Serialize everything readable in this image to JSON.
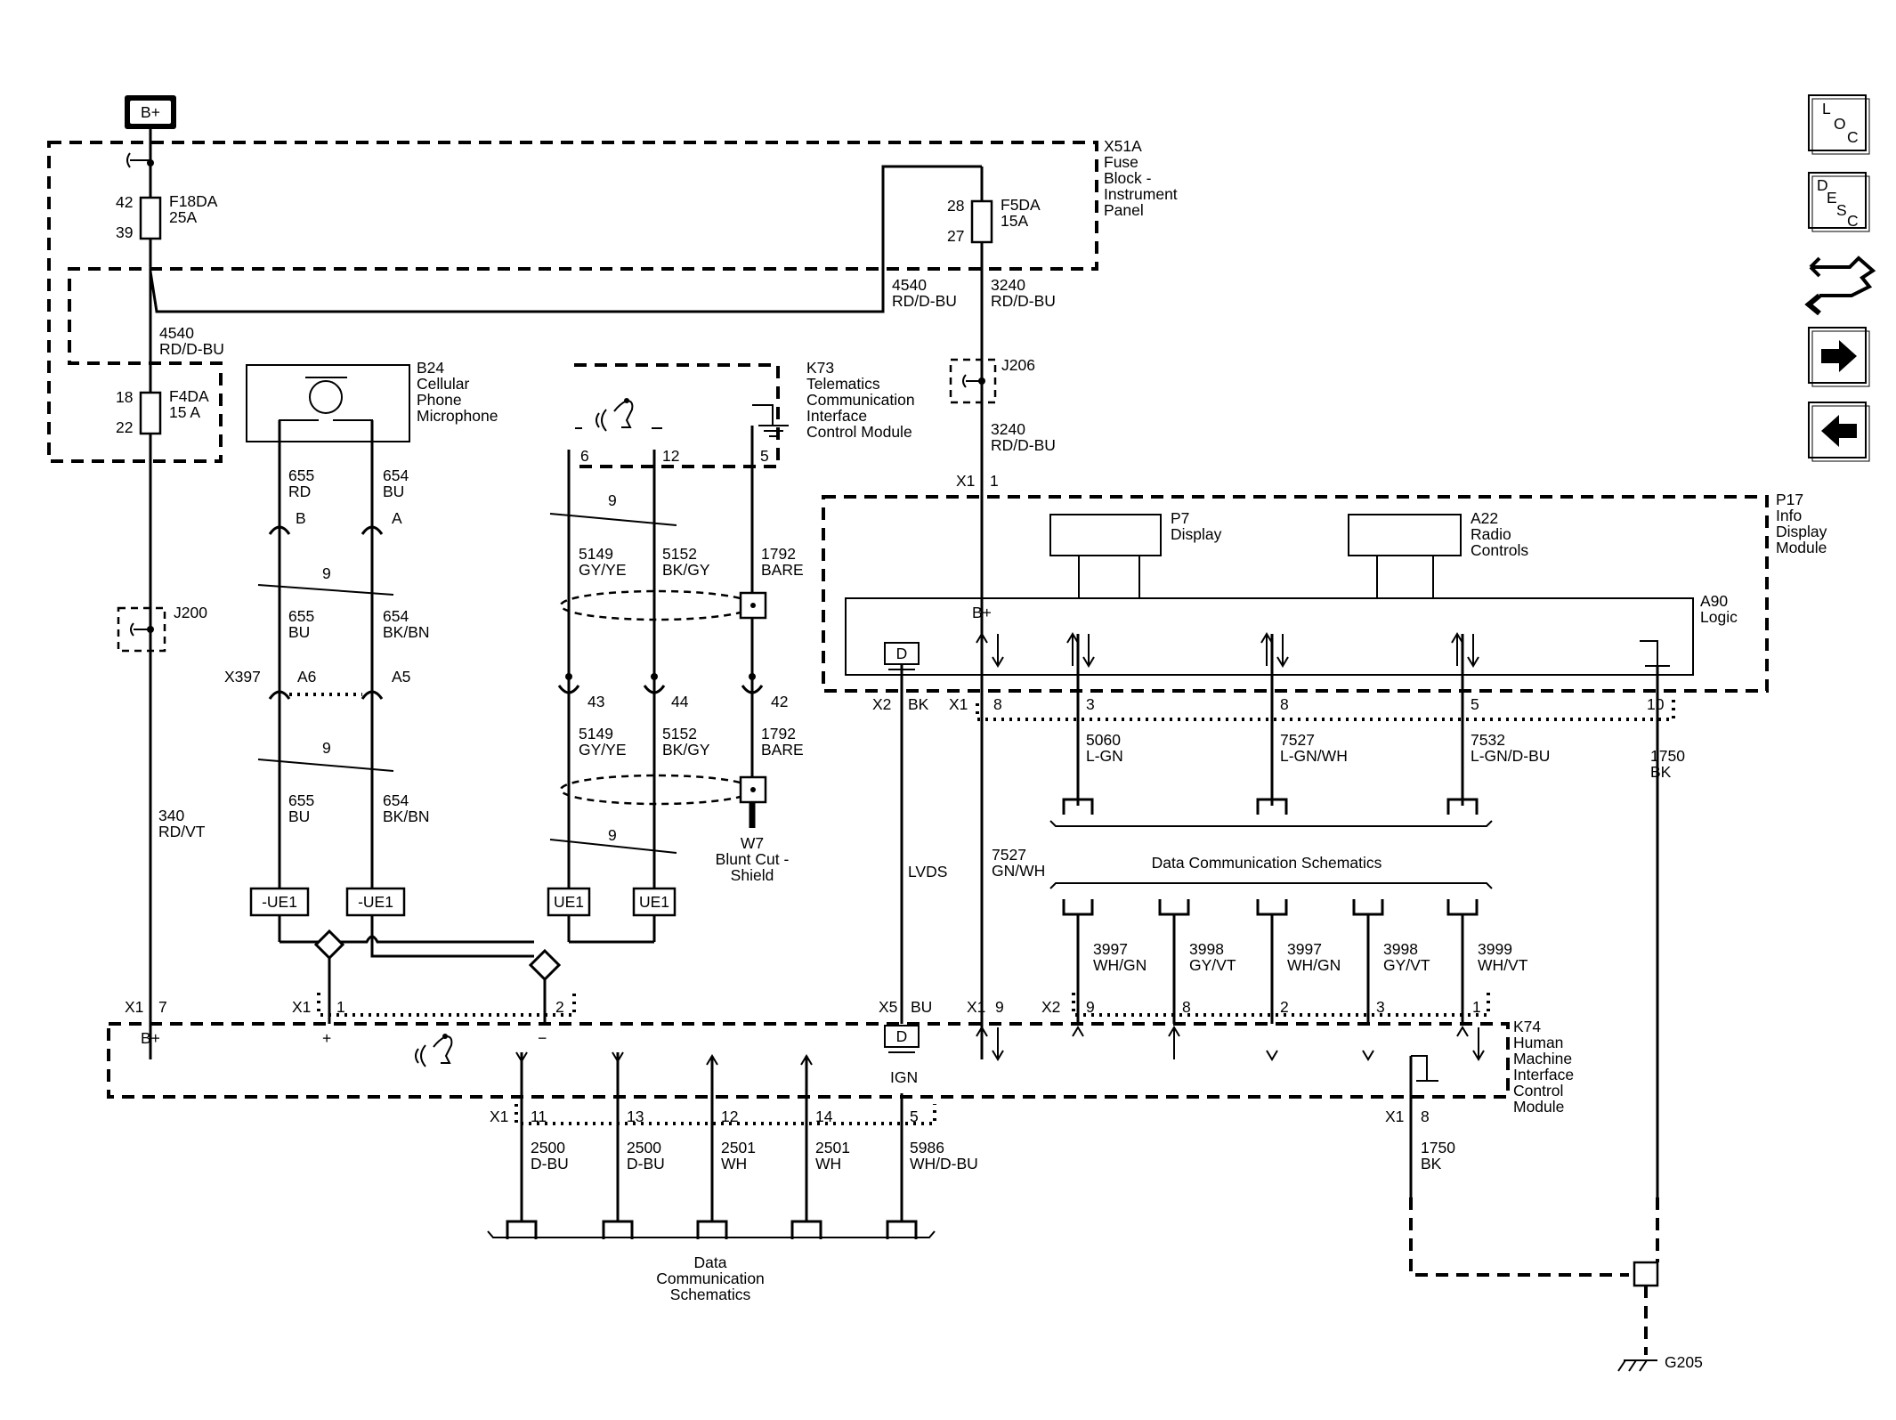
{
  "power": {
    "bplus": "B+"
  },
  "fuse_block": {
    "l1": "X51A",
    "l2": "Fuse",
    "l3": "Block -",
    "l4": "Instrument",
    "l5": "Panel"
  },
  "fuses": {
    "f18": {
      "top": "42",
      "bot": "39",
      "name": "F18DA",
      "amp": "25A"
    },
    "f5": {
      "top": "28",
      "bot": "27",
      "name": "F5DA",
      "amp": "15A"
    },
    "f4": {
      "top": "18",
      "bot": "22",
      "name": "F4DA",
      "amp": "15 A"
    }
  },
  "wires": {
    "w4540a": {
      "n": "4540",
      "c": "RD/D-BU"
    },
    "w4540b": {
      "n": "4540",
      "c": "RD/D-BU"
    },
    "w3240a": {
      "n": "3240",
      "c": "RD/D-BU"
    },
    "w3240b": {
      "n": "3240",
      "c": "RD/D-BU"
    },
    "w340": {
      "n": "340",
      "c": "RD/VT"
    },
    "w655a": {
      "n": "655",
      "c": "RD"
    },
    "w654a": {
      "n": "654",
      "c": "BU"
    },
    "w655b": {
      "n": "655",
      "c": "BU"
    },
    "w654b": {
      "n": "654",
      "c": "BK/BN"
    },
    "w655c": {
      "n": "655",
      "c": "BU"
    },
    "w654c": {
      "n": "654",
      "c": "BK/BN"
    },
    "w5149a": {
      "n": "5149",
      "c": "GY/YE"
    },
    "w5152a": {
      "n": "5152",
      "c": "BK/GY"
    },
    "w1792a": {
      "n": "1792",
      "c": "BARE"
    },
    "w5149b": {
      "n": "5149",
      "c": "GY/YE"
    },
    "w5152b": {
      "n": "5152",
      "c": "BK/GY"
    },
    "w1792b": {
      "n": "1792",
      "c": "BARE"
    },
    "w5060": {
      "n": "5060",
      "c": "L-GN"
    },
    "w7527a": {
      "n": "7527",
      "c": "L-GN/WH"
    },
    "w7532": {
      "n": "7532",
      "c": "L-GN/D-BU"
    },
    "w1750a": {
      "n": "1750",
      "c": "BK"
    },
    "w7527b": {
      "n": "7527",
      "c": "GN/WH"
    },
    "w3997a": {
      "n": "3997",
      "c": "WH/GN"
    },
    "w3998a": {
      "n": "3998",
      "c": "GY/VT"
    },
    "w3997b": {
      "n": "3997",
      "c": "WH/GN"
    },
    "w3998b": {
      "n": "3998",
      "c": "GY/VT"
    },
    "w3999": {
      "n": "3999",
      "c": "WH/VT"
    },
    "w2500a": {
      "n": "2500",
      "c": "D-BU"
    },
    "w2500b": {
      "n": "2500",
      "c": "D-BU"
    },
    "w2501a": {
      "n": "2501",
      "c": "WH"
    },
    "w2501b": {
      "n": "2501",
      "c": "WH"
    },
    "w5986": {
      "n": "5986",
      "c": "WH/D-BU"
    },
    "w1750b": {
      "n": "1750",
      "c": "BK"
    },
    "lvds": "LVDS"
  },
  "splices": {
    "j200": "J200",
    "j206": "J206"
  },
  "components": {
    "b24": {
      "l1": "B24",
      "l2": "Cellular",
      "l3": "Phone",
      "l4": "Microphone"
    },
    "k73": {
      "l1": "K73",
      "l2": "Telematics",
      "l3": "Communication",
      "l4": "Interface",
      "l5": "Control Module"
    },
    "p17": {
      "l1": "P17",
      "l2": "Info",
      "l3": "Display",
      "l4": "Module"
    },
    "p7": {
      "l1": "P7",
      "l2": "Display"
    },
    "a22": {
      "l1": "A22",
      "l2": "Radio",
      "l3": "Controls"
    },
    "a90": {
      "l1": "A90",
      "l2": "Logic"
    },
    "k74": {
      "l1": "K74",
      "l2": "Human",
      "l3": "Machine",
      "l4": "Interface",
      "l5": "Control",
      "l6": "Module"
    },
    "w7": {
      "l1": "W7",
      "l2": "Blunt Cut -",
      "l3": "Shield"
    },
    "g205": "G205"
  },
  "connectors": {
    "x397": "X397",
    "a6": "A6",
    "a5": "A5",
    "b": "B",
    "a": "A",
    "k73p6": "6",
    "k73p12": "12",
    "k73p5": "5",
    "p43": "43",
    "p44": "44",
    "p42": "42",
    "ue_neg1": "-UE1",
    "ue_neg2": "-UE1",
    "ue1": "UE1",
    "ue2": "UE1",
    "twist9a": "9",
    "twist9b": "9",
    "twist9c": "9",
    "twist9d": "9",
    "x1_1": "X1",
    "p17p1": "1",
    "x2a": "X2",
    "bk": "BK",
    "x1b": "X1",
    "p17p8": "8",
    "p17p3": "3",
    "p17p8b": "8",
    "p17p5": "5",
    "p17p10": "10",
    "bplus_a90": "B+",
    "k74x1a": "X1",
    "k74p7": "7",
    "k74x1b": "X1",
    "k74p1": "1",
    "k74p2": "2",
    "k74x5": "X5",
    "k74bu": "BU",
    "k74x1c": "X1",
    "k74p9": "9",
    "k74x2": "X2",
    "k74x2p9": "9",
    "k74x2p8": "8",
    "k74x2p2": "2",
    "k74x2p3": "3",
    "k74x2p1": "1",
    "k74bplus": "B+",
    "plus": "+",
    "minus": "−",
    "ign": "IGN",
    "k74x1d": "X1",
    "k74p11": "11",
    "k74p13": "13",
    "k74p12": "12",
    "k74p14": "14",
    "k74p5": "5",
    "k74x1e": "X1",
    "k74p8": "8",
    "d_label1": "D",
    "d_label2": "D"
  },
  "data_comm": {
    "top": "Data Communication Schematics",
    "bot1": "Data",
    "bot2": "Communication",
    "bot3": "Schematics"
  },
  "nav": {
    "loc": "LOC",
    "desc": "DESC"
  }
}
